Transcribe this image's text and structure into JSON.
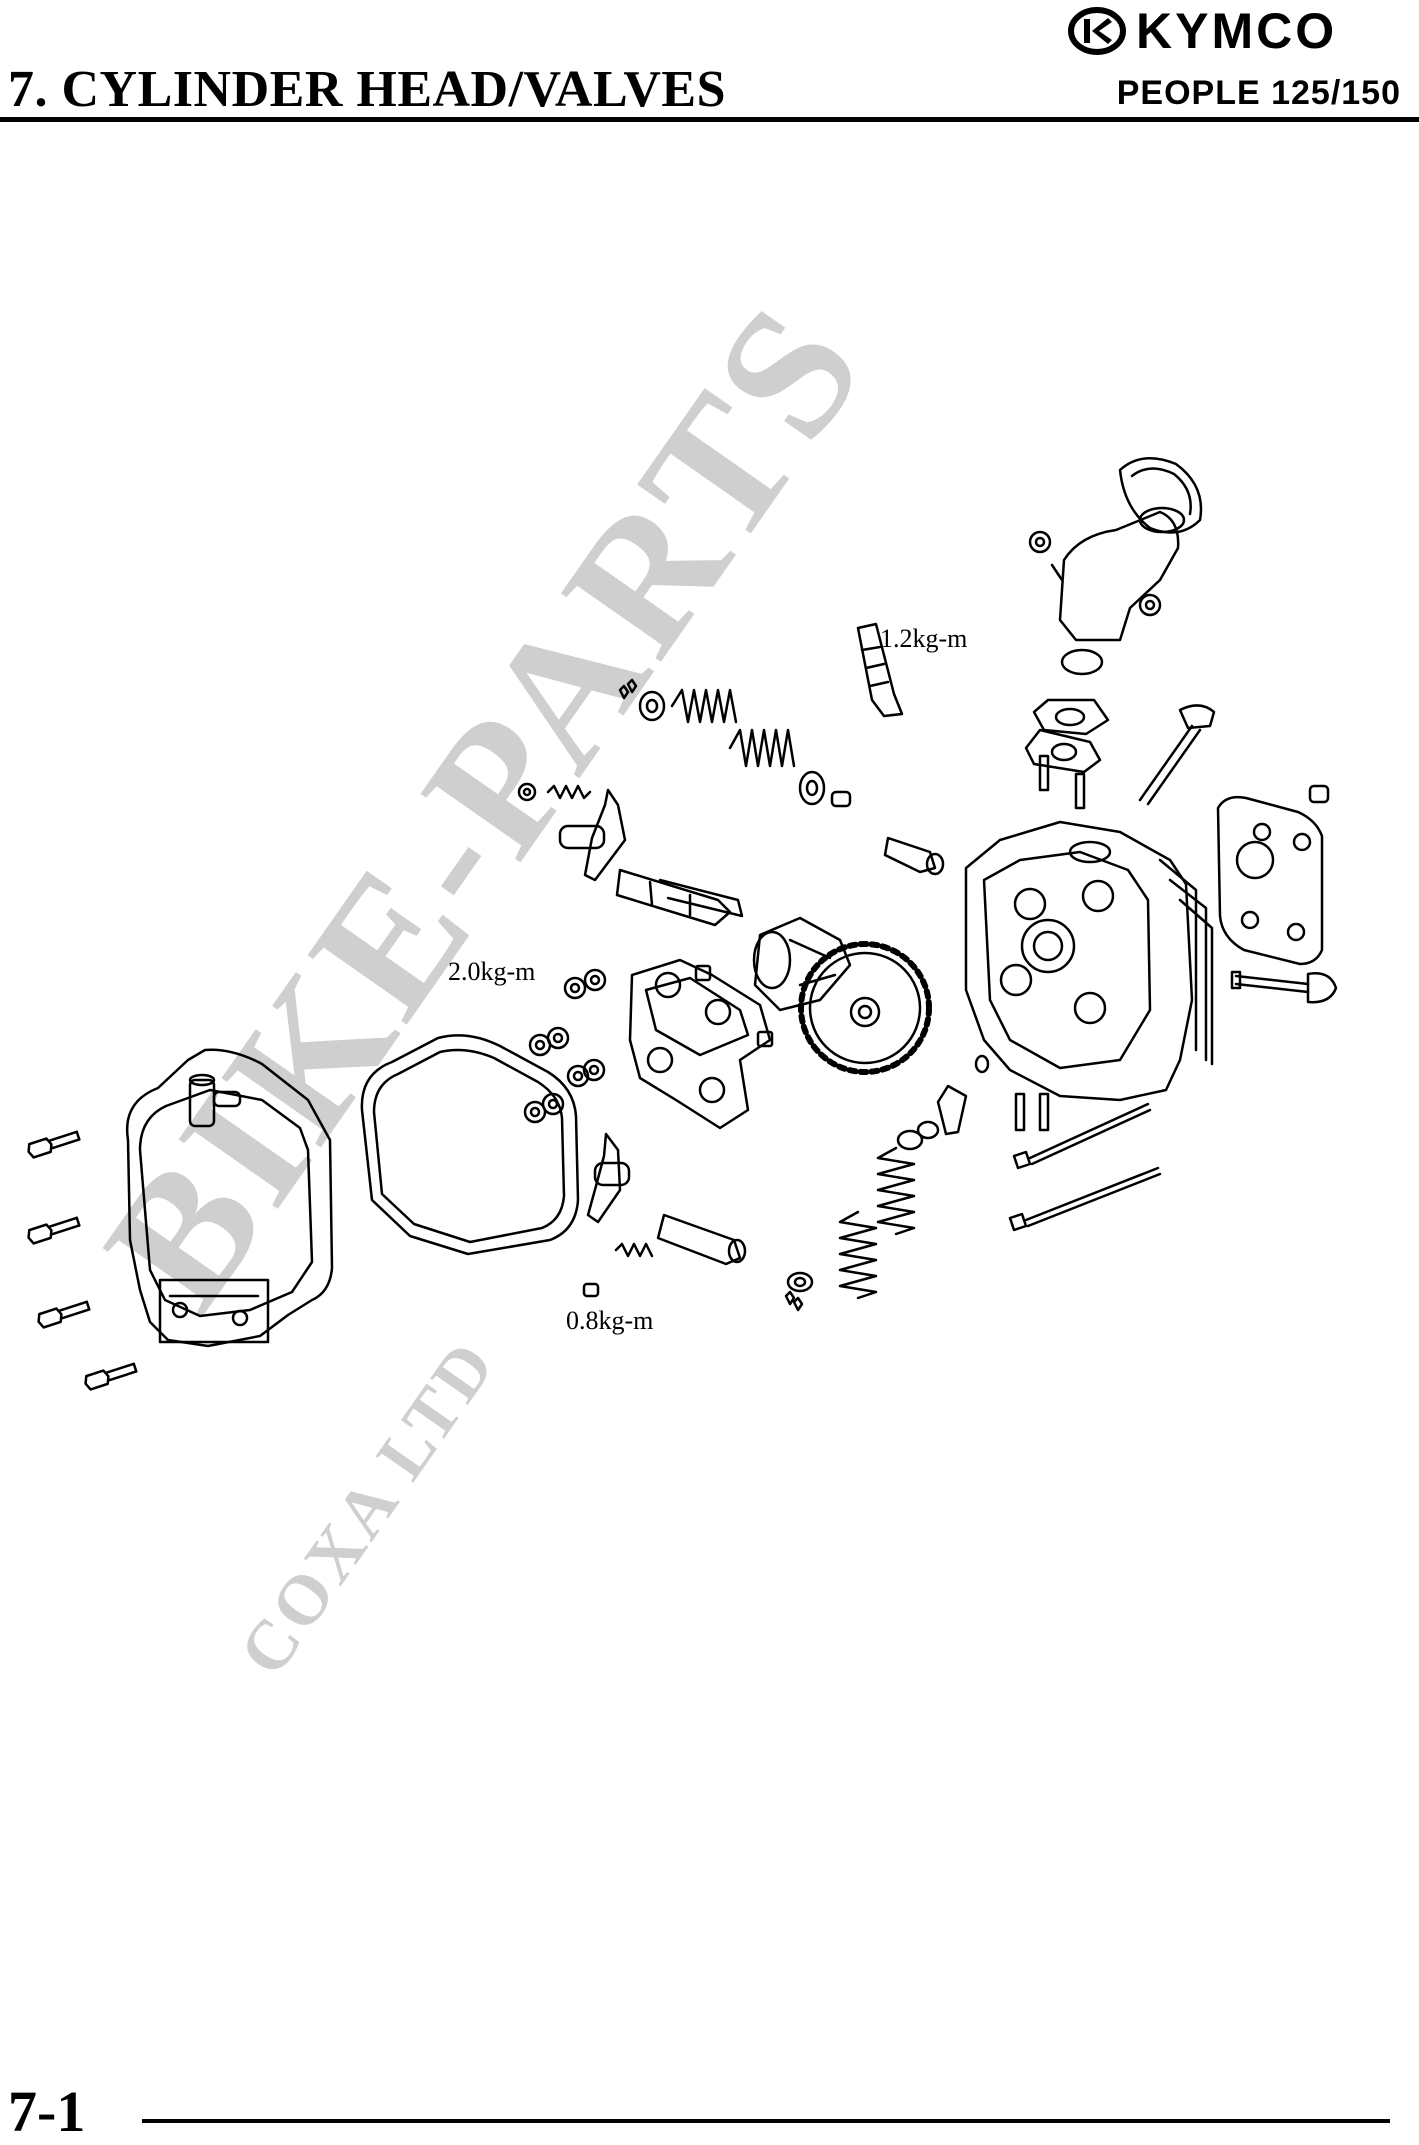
{
  "header": {
    "brand": "KYMCO",
    "title": "7. CYLINDER HEAD/VALVES",
    "model": "PEOPLE 125/150"
  },
  "diagram": {
    "torque_labels": {
      "spark_plug": "1.2kg-m",
      "camshaft_holder_nuts": "2.0kg-m",
      "adjuster_nut": "0.8kg-m"
    },
    "watermark": {
      "main": "BIKE-PARTS",
      "sub": "COXA LTD"
    }
  },
  "footer": {
    "page_number": "7-1"
  }
}
